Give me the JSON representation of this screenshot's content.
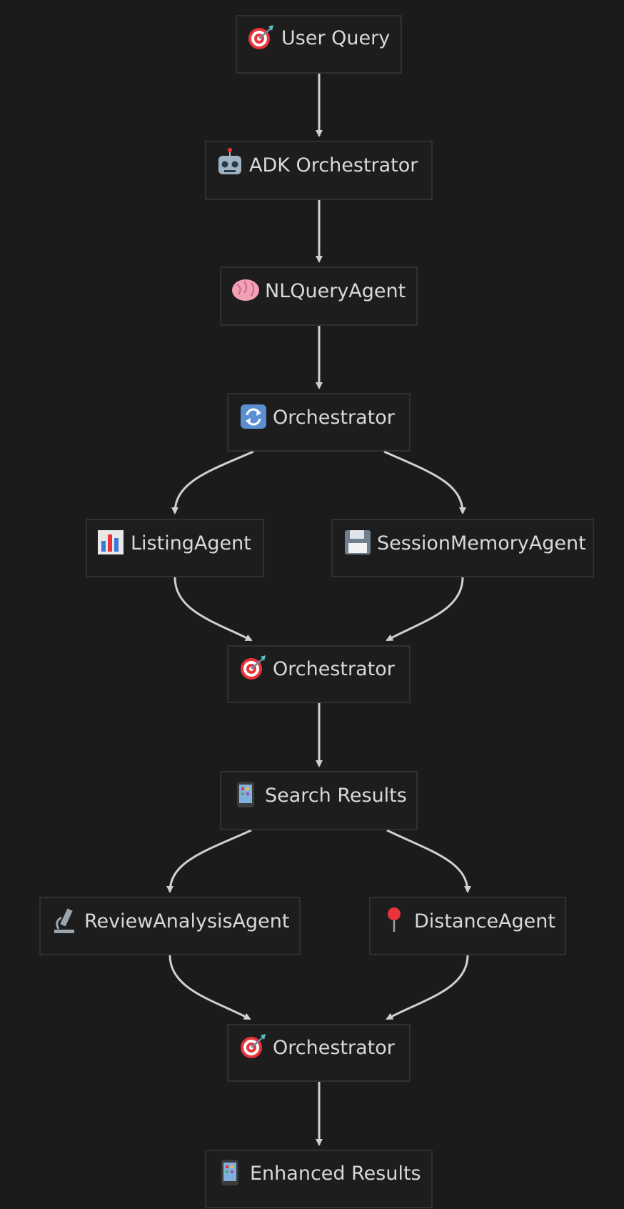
{
  "nodes": [
    {
      "id": "user-query",
      "icon": "target-icon",
      "label": "User Query"
    },
    {
      "id": "adk-orchestrator",
      "icon": "robot-icon",
      "label": "ADK Orchestrator"
    },
    {
      "id": "nl-query-agent",
      "icon": "brain-icon",
      "label": "NLQueryAgent"
    },
    {
      "id": "orchestrator-1",
      "icon": "refresh-icon",
      "label": "Orchestrator"
    },
    {
      "id": "listing-agent",
      "icon": "bar-chart-icon",
      "label": "ListingAgent"
    },
    {
      "id": "session-memory-agent",
      "icon": "floppy-disk-icon",
      "label": "SessionMemoryAgent"
    },
    {
      "id": "orchestrator-2",
      "icon": "target-icon",
      "label": "Orchestrator"
    },
    {
      "id": "search-results",
      "icon": "mobile-phone-icon",
      "label": "Search Results"
    },
    {
      "id": "review-analysis-agent",
      "icon": "microscope-icon",
      "label": "ReviewAnalysisAgent"
    },
    {
      "id": "distance-agent",
      "icon": "pushpin-icon",
      "label": "DistanceAgent"
    },
    {
      "id": "orchestrator-3",
      "icon": "target-icon",
      "label": "Orchestrator"
    },
    {
      "id": "enhanced-results",
      "icon": "mobile-phone-icon",
      "label": "Enhanced Results"
    }
  ],
  "edges": [
    [
      "user-query",
      "adk-orchestrator"
    ],
    [
      "adk-orchestrator",
      "nl-query-agent"
    ],
    [
      "nl-query-agent",
      "orchestrator-1"
    ],
    [
      "orchestrator-1",
      "listing-agent"
    ],
    [
      "orchestrator-1",
      "session-memory-agent"
    ],
    [
      "listing-agent",
      "orchestrator-2"
    ],
    [
      "session-memory-agent",
      "orchestrator-2"
    ],
    [
      "orchestrator-2",
      "search-results"
    ],
    [
      "search-results",
      "review-analysis-agent"
    ],
    [
      "search-results",
      "distance-agent"
    ],
    [
      "review-analysis-agent",
      "orchestrator-3"
    ],
    [
      "distance-agent",
      "orchestrator-3"
    ],
    [
      "orchestrator-3",
      "enhanced-results"
    ]
  ],
  "colors": {
    "background": "#1b1b1b",
    "node_fill": "#1d1d1d",
    "node_border": "#3e3e3e",
    "text": "#d8d8d8",
    "edge": "#d0d0d0"
  }
}
